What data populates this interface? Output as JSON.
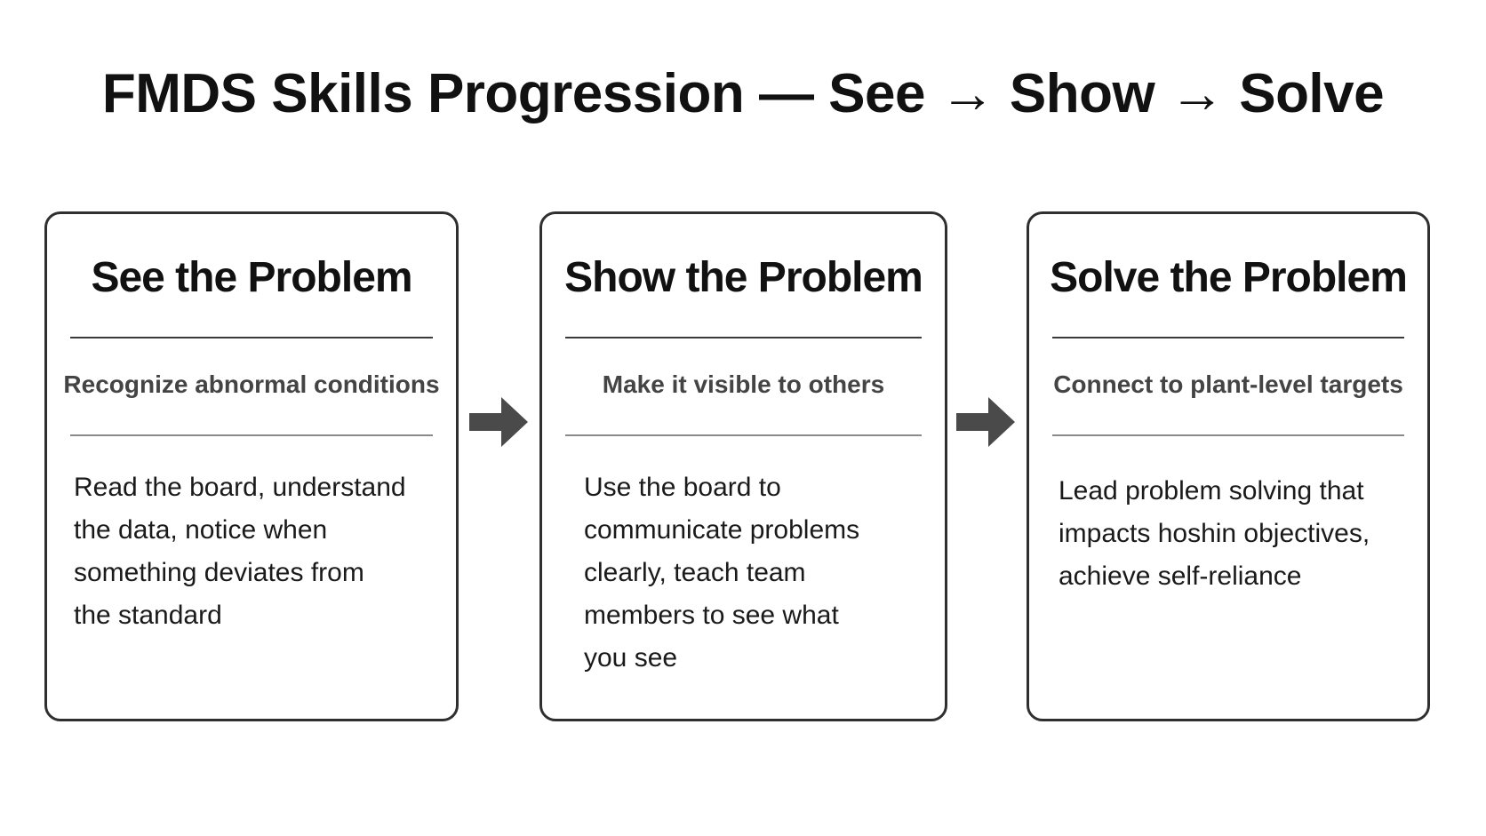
{
  "title": "FMDS Skills Progression — See → Show → Solve",
  "stages": [
    {
      "title": "See the Problem",
      "subtitle": "Recognize abnormal conditions",
      "body": [
        "Read the board, understand",
        "the data, notice when",
        "something deviates from",
        "the standard"
      ]
    },
    {
      "title": "Show the Problem",
      "subtitle": "Make it visible to others",
      "body": [
        "Use the board to",
        "communicate problems",
        "clearly, teach team",
        "members to see what",
        "you see"
      ]
    },
    {
      "title": "Solve the Problem",
      "subtitle": "Connect to plant-level targets",
      "body": [
        "Lead problem solving that",
        "impacts hoshin objectives,",
        "achieve self-reliance"
      ]
    }
  ],
  "colors": {
    "border": "#2f2f2f",
    "arrow": "#4a4a4a",
    "subtitle": "#444444"
  },
  "icons": {
    "connector": "right-arrow-icon"
  }
}
